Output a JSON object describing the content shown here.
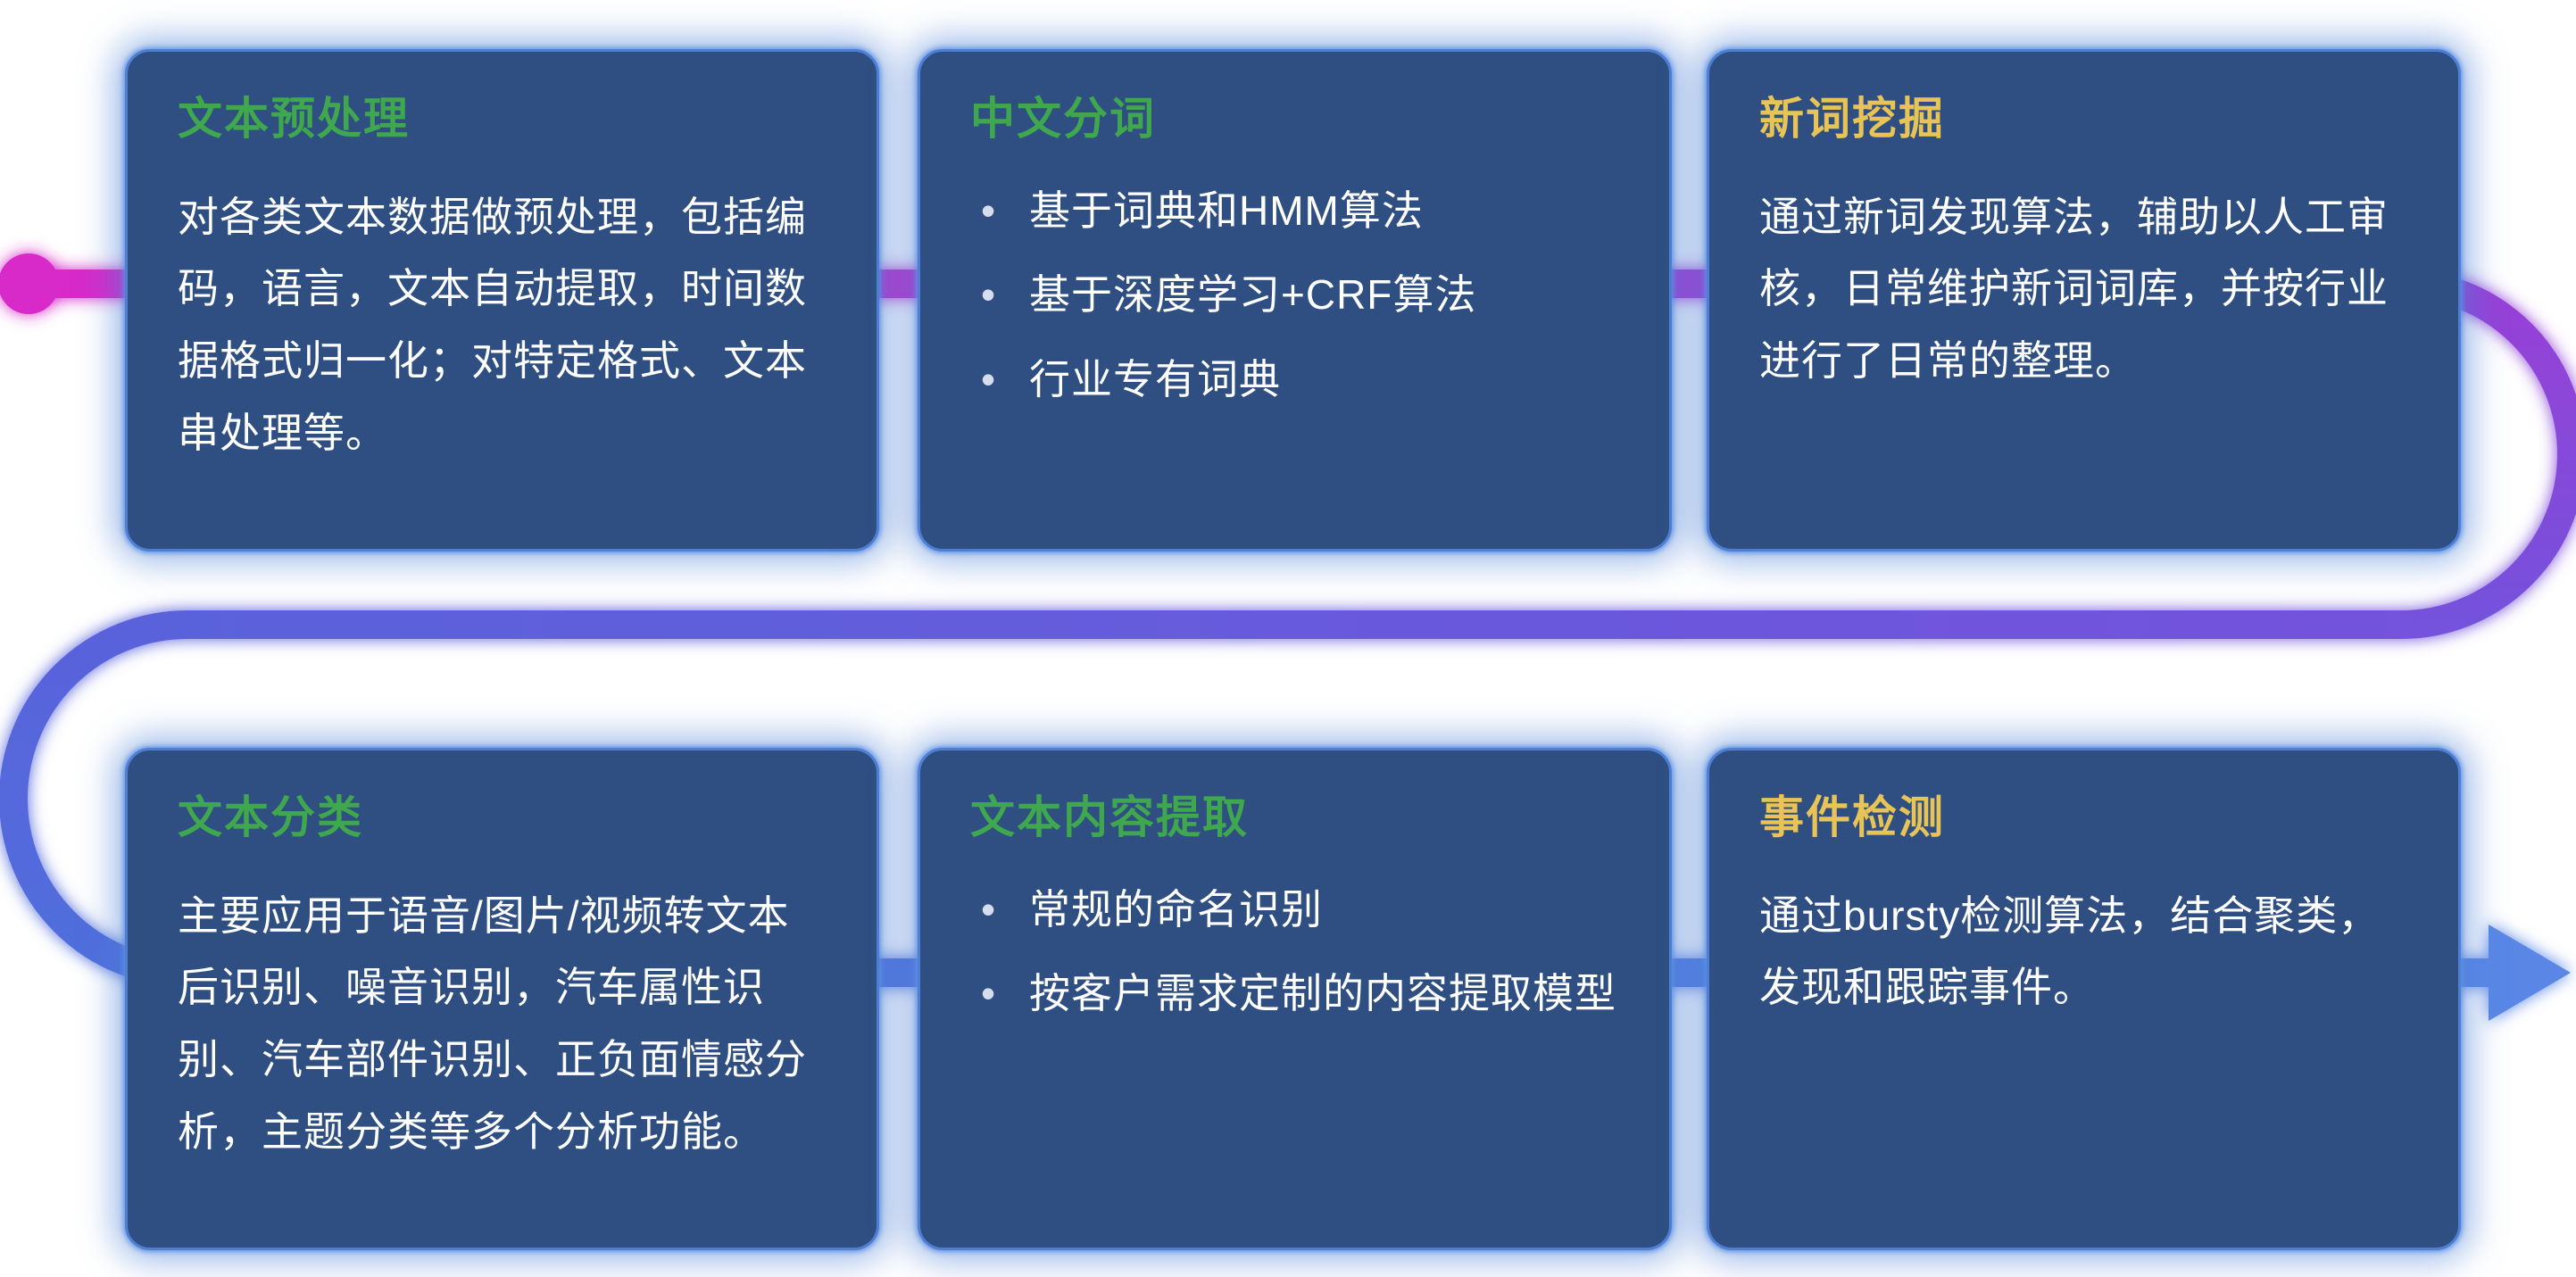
{
  "diagram": {
    "name": "nlp-text-processing-pipeline"
  },
  "colors": {
    "card_background": "#2f4f82",
    "card_border_glow": "#4e7fd2",
    "title_green": "#3fa74d",
    "title_yellow": "#e8c457",
    "body_text": "#ffffff"
  },
  "flow": {
    "start_dot_color": "#d829c9",
    "top_start": "#d829c9",
    "top_end": "#9840d6",
    "right_curve_end": "#7452dc",
    "middle_end": "#5a62db",
    "left_curve_end": "#4f6fdc",
    "bottom_end": "#5a87e6",
    "arrow_color": "#5a87e6"
  },
  "cards": [
    {
      "title": "文本预处理",
      "accent": "green",
      "body": "对各类文本数据做预处理，包括编码，语言，文本自动提取，时间数据格式归一化；对特定格式、文本串处理等。"
    },
    {
      "title": "中文分词",
      "accent": "green",
      "bullets": [
        "基于词典和HMM算法",
        "基于深度学习+CRF算法",
        "行业专有词典"
      ]
    },
    {
      "title": "新词挖掘",
      "accent": "yellow",
      "body": "通过新词发现算法，辅助以人工审核，日常维护新词词库，并按行业进行了日常的整理。"
    },
    {
      "title": "文本分类",
      "accent": "green",
      "body": "主要应用于语音/图片/视频转文本后识别、噪音识别，汽车属性识别、汽车部件识别、正负面情感分析，主题分类等多个分析功能。"
    },
    {
      "title": "文本内容提取",
      "accent": "green",
      "bullets": [
        "常规的命名识别",
        "按客户需求定制的内容提取模型"
      ]
    },
    {
      "title": "事件检测",
      "accent": "yellow",
      "body": "通过bursty检测算法，结合聚类，发现和跟踪事件。"
    }
  ]
}
